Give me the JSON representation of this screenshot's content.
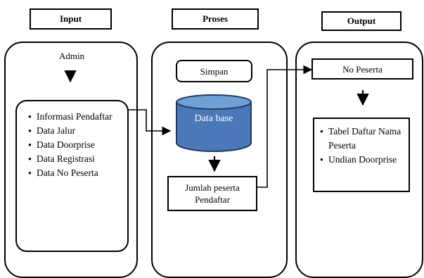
{
  "headers": {
    "input": "Input",
    "proses": "Proses",
    "output": "Output"
  },
  "input": {
    "actor": "Admin",
    "items": [
      "Informasi Pendaftar",
      "Data Jalur",
      "Data Doorprise",
      "Data Registrasi",
      "Data No Peserta"
    ]
  },
  "proses": {
    "simpan": "Simpan",
    "database": "Data base",
    "jumlah": "Jumlah peserta Pendaftar"
  },
  "output": {
    "no_peserta": "No Peserta",
    "items": [
      "Tabel Daftar Nama Peserta",
      "Undian Doorprise"
    ]
  },
  "colors": {
    "database_fill": "#4a78b8",
    "database_top": "#6fa0d6",
    "database_edge": "#233b63",
    "line": "#000000"
  }
}
